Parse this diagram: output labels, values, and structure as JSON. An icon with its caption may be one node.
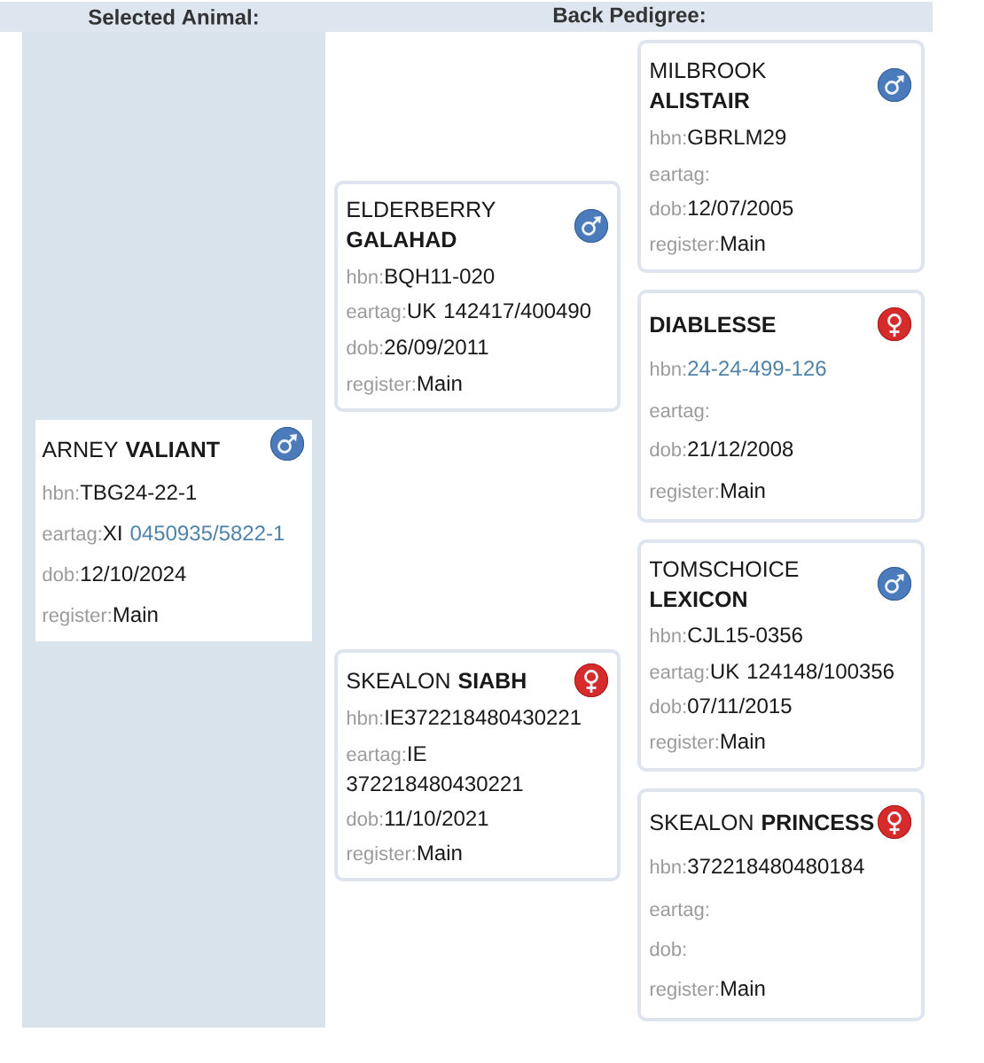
{
  "diagram": {
    "nodes": [
      {
        "text": [
          "ARNEY **VALIANT**",
          "hbn:",
          "TBG24-22-1",
          "eartag:",
          "XI",
          "0450935/5822-1",
          "dob:",
          "12/10/2024",
          "register:",
          "Main"
        ]
      },
      {
        "text": [
          "ELDERBERRY **GALAHAD**",
          "hbn:",
          "BQH11-020",
          "eartag:",
          "UK 142417/400490",
          "dob:",
          "26/09/2011",
          "register:",
          "Main"
        ]
      },
      {
        "text": [
          "SKEALON **SIABH**",
          "hbn:",
          "IE372218480430221",
          "eartag:",
          "IE 372218480430221",
          "dob:",
          "11/10/2021",
          "register:",
          "Main"
        ]
      },
      {
        "text": [
          "MILBROOK **ALISTAIR**",
          "hbn:",
          "GBRLM29",
          "eartag:",
          "dob:",
          "12/07/2005",
          "register:",
          "Main"
        ]
      },
      {
        "text": [
          "DIABLESSE",
          "hbn:",
          "24-24-499-126",
          "eartag:",
          "dob:",
          "21/12/2008",
          "register:",
          "Main"
        ]
      },
      {
        "text": [
          "TOMSCHOICE **LEXICON**",
          "hbn:",
          "CJL15-0356",
          "eartag:",
          "UK 124148/100356",
          "dob:",
          "07/11/2015",
          "register:",
          "Main"
        ]
      },
      {
        "text": [
          "SKEALON **PRINCESS**",
          "hbn:",
          "372218480480184",
          "eartag:",
          "dob:",
          "register:",
          "Main"
        ]
      }
    ],
    "labels": [
      "Selected Animal:",
      "Back Pedigree:"
    ]
  }
}
